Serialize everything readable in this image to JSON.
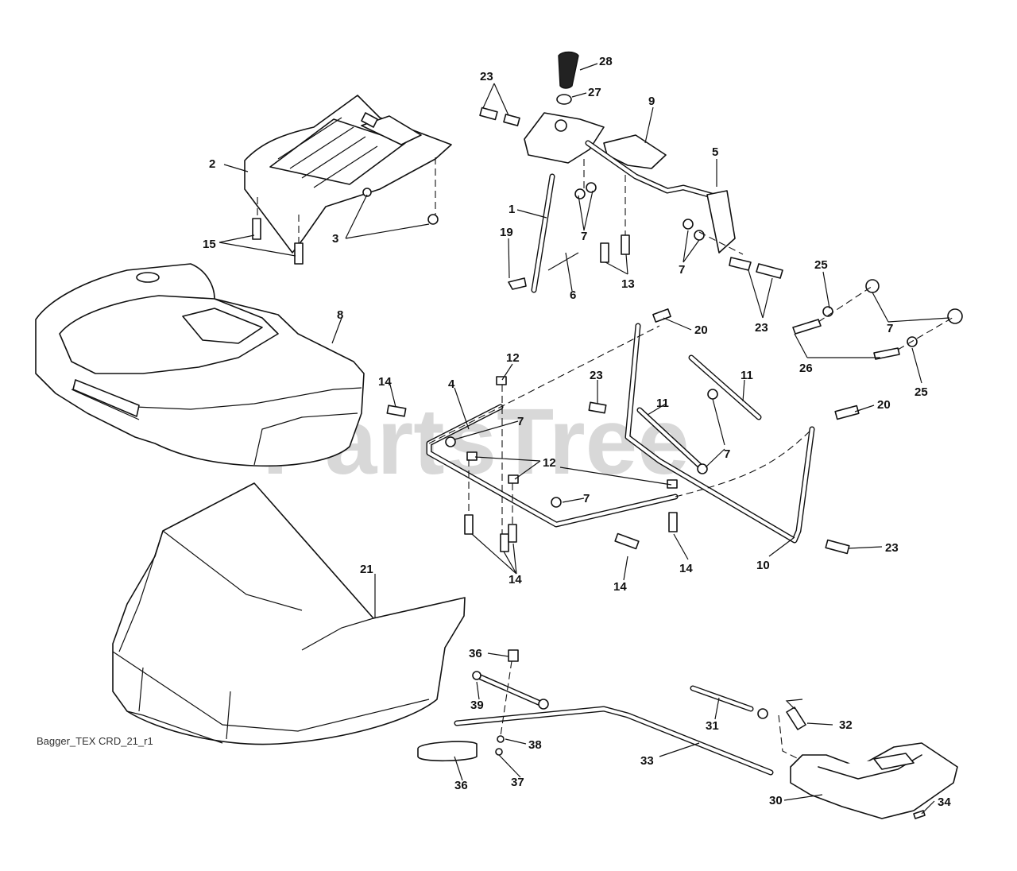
{
  "watermark": "PartsTree",
  "drawing_id": "Bagger_TEX CRD_21_r1",
  "callouts": {
    "c1": "1",
    "c2": "2",
    "c3": "3",
    "c4": "4",
    "c5": "5",
    "c6": "6",
    "c7": "7",
    "c8": "8",
    "c9": "9",
    "c10": "10",
    "c11": "11",
    "c12": "12",
    "c13": "13",
    "c14": "14",
    "c15": "15",
    "c19": "19",
    "c20": "20",
    "c21": "21",
    "c23": "23",
    "c25": "25",
    "c26": "26",
    "c27": "27",
    "c28": "28",
    "c30": "30",
    "c31": "31",
    "c32": "32",
    "c33": "33",
    "c34": "34",
    "c36": "36",
    "c37": "37",
    "c38": "38",
    "c39": "39"
  }
}
